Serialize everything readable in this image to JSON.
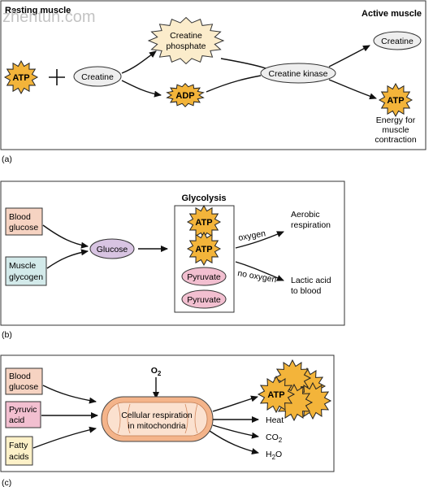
{
  "watermark": "zhentun.com",
  "panel_a": {
    "label": "(a)",
    "title_left": "Resting muscle",
    "title_right": "Active muscle",
    "atp": "ATP",
    "creatine": "Creatine",
    "creatine_phosphate_line1": "Creatine",
    "creatine_phosphate_line2": "phosphate",
    "adp": "ADP",
    "creatine_kinase": "Creatine kinase",
    "creatine_out": "Creatine",
    "atp_out": "ATP",
    "energy_line1": "Energy for",
    "energy_line2": "muscle",
    "energy_line3": "contraction"
  },
  "panel_b": {
    "label": "(b)",
    "blood_glucose_line1": "Blood",
    "blood_glucose_line2": "glucose",
    "muscle_glycogen_line1": "Muscle",
    "muscle_glycogen_line2": "glycogen",
    "glucose": "Glucose",
    "glycolysis_title": "Glycolysis",
    "atp1": "ATP",
    "atp2": "ATP",
    "pyruvate1": "Pyruvate",
    "pyruvate2": "Pyruvate",
    "oxygen": "oxygen",
    "no_oxygen": "no oxygen",
    "aerobic_line1": "Aerobic",
    "aerobic_line2": "respiration",
    "lactic_line1": "Lactic acid",
    "lactic_line2": "to blood"
  },
  "panel_c": {
    "label": "(c)",
    "blood_glucose_line1": "Blood",
    "blood_glucose_line2": "glucose",
    "pyruvic_line1": "Pyruvic",
    "pyruvic_line2": "acid",
    "fatty_line1": "Fatty",
    "fatty_line2": "acids",
    "o2": "O2",
    "cellular_line1": "Cellular respiration",
    "cellular_line2": "in mitochondria",
    "atp": "ATP",
    "heat": "Heat",
    "co2": "CO2",
    "h2o": "H2O"
  },
  "colors": {
    "atp_fill": "#f3b43a",
    "starburst_fill": "#fbeccb",
    "creatine_fill": "#eeeeee",
    "blood_glucose_fill": "#f6d3c2",
    "muscle_glycogen_fill": "#d3eaea",
    "glucose_fill": "#d8c4e2",
    "pyruvate_fill": "#f2bfd0",
    "fatty_fill": "#fdf1c8",
    "mitochondria_fill": "#f4b48a"
  }
}
